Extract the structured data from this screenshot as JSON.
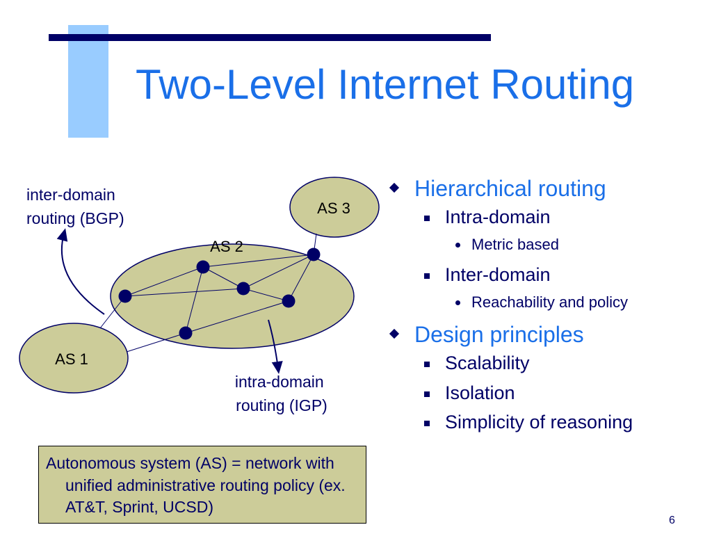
{
  "slide": {
    "title": "Two-Level Internet Routing",
    "page_number": "6"
  },
  "diagram": {
    "as1_label": "AS 1",
    "as2_label": "AS 2",
    "as3_label": "AS 3",
    "inter_domain_label_line1": "inter-domain",
    "inter_domain_label_line2": "routing (BGP)",
    "intra_domain_label_line1": "intra-domain",
    "intra_domain_label_line2": "routing (IGP)",
    "colors": {
      "as_fill": "#cccc99",
      "router": "#000066",
      "links": "#000066"
    }
  },
  "bullets": [
    {
      "level": 1,
      "text": "Hierarchical routing"
    },
    {
      "level": 2,
      "text": "Intra-domain"
    },
    {
      "level": 3,
      "text": "Metric based"
    },
    {
      "level": 2,
      "text": "Inter-domain"
    },
    {
      "level": 3,
      "text": "Reachability and policy"
    },
    {
      "level": 1,
      "text": "Design principles"
    },
    {
      "level": 2,
      "text": "Scalability"
    },
    {
      "level": 2,
      "text": "Isolation"
    },
    {
      "level": 2,
      "text": "Simplicity of reasoning"
    }
  ],
  "definition_box": "Autonomous system (AS) = network with unified administrative routing policy (ex. AT&T, Sprint, UCSD)",
  "theme": {
    "title_color": "#1a6fe8",
    "text_color": "#000066",
    "accent_light": "#99ccff",
    "accent_dark": "#000066"
  }
}
